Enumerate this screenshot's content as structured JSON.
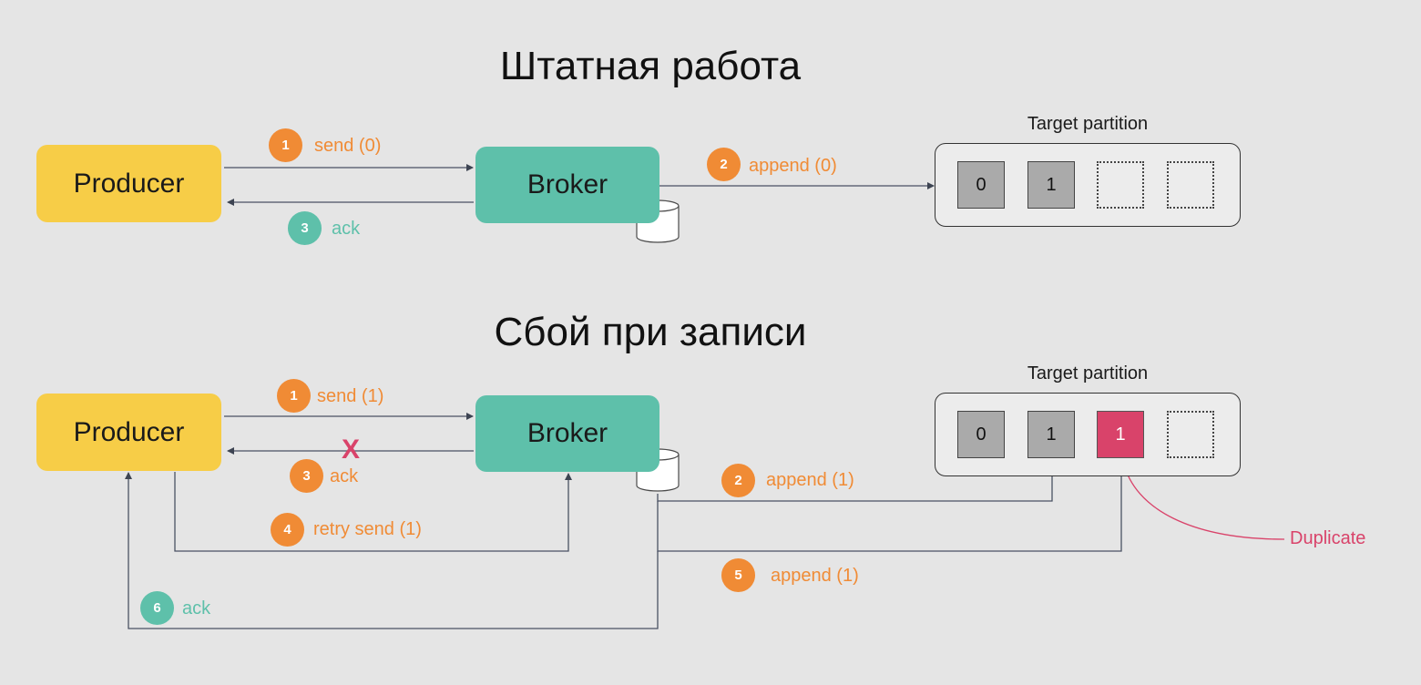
{
  "top": {
    "title": "Штатная работа",
    "producer": "Producer",
    "broker": "Broker",
    "partition_label": "Target partition",
    "cells": [
      "0",
      "1"
    ],
    "steps": [
      {
        "num": "1",
        "label": "send (0)"
      },
      {
        "num": "2",
        "label": "append (0)"
      },
      {
        "num": "3",
        "label": "ack"
      }
    ]
  },
  "bottom": {
    "title": "Сбой при записи",
    "producer": "Producer",
    "broker": "Broker",
    "partition_label": "Target partition",
    "cells": [
      "0",
      "1",
      "1"
    ],
    "failure_mark": "X",
    "duplicate_label": "Duplicate",
    "steps": [
      {
        "num": "1",
        "label": "send (1)"
      },
      {
        "num": "2",
        "label": "append (1)"
      },
      {
        "num": "3",
        "label": "ack"
      },
      {
        "num": "4",
        "label": "retry send (1)"
      },
      {
        "num": "5",
        "label": "append (1)"
      },
      {
        "num": "6",
        "label": "ack"
      }
    ]
  },
  "colors": {
    "producer": "#f7cd47",
    "broker": "#5ec0aa",
    "step_orange": "#f08b35",
    "step_teal": "#5ec0aa",
    "duplicate": "#d9436a"
  }
}
